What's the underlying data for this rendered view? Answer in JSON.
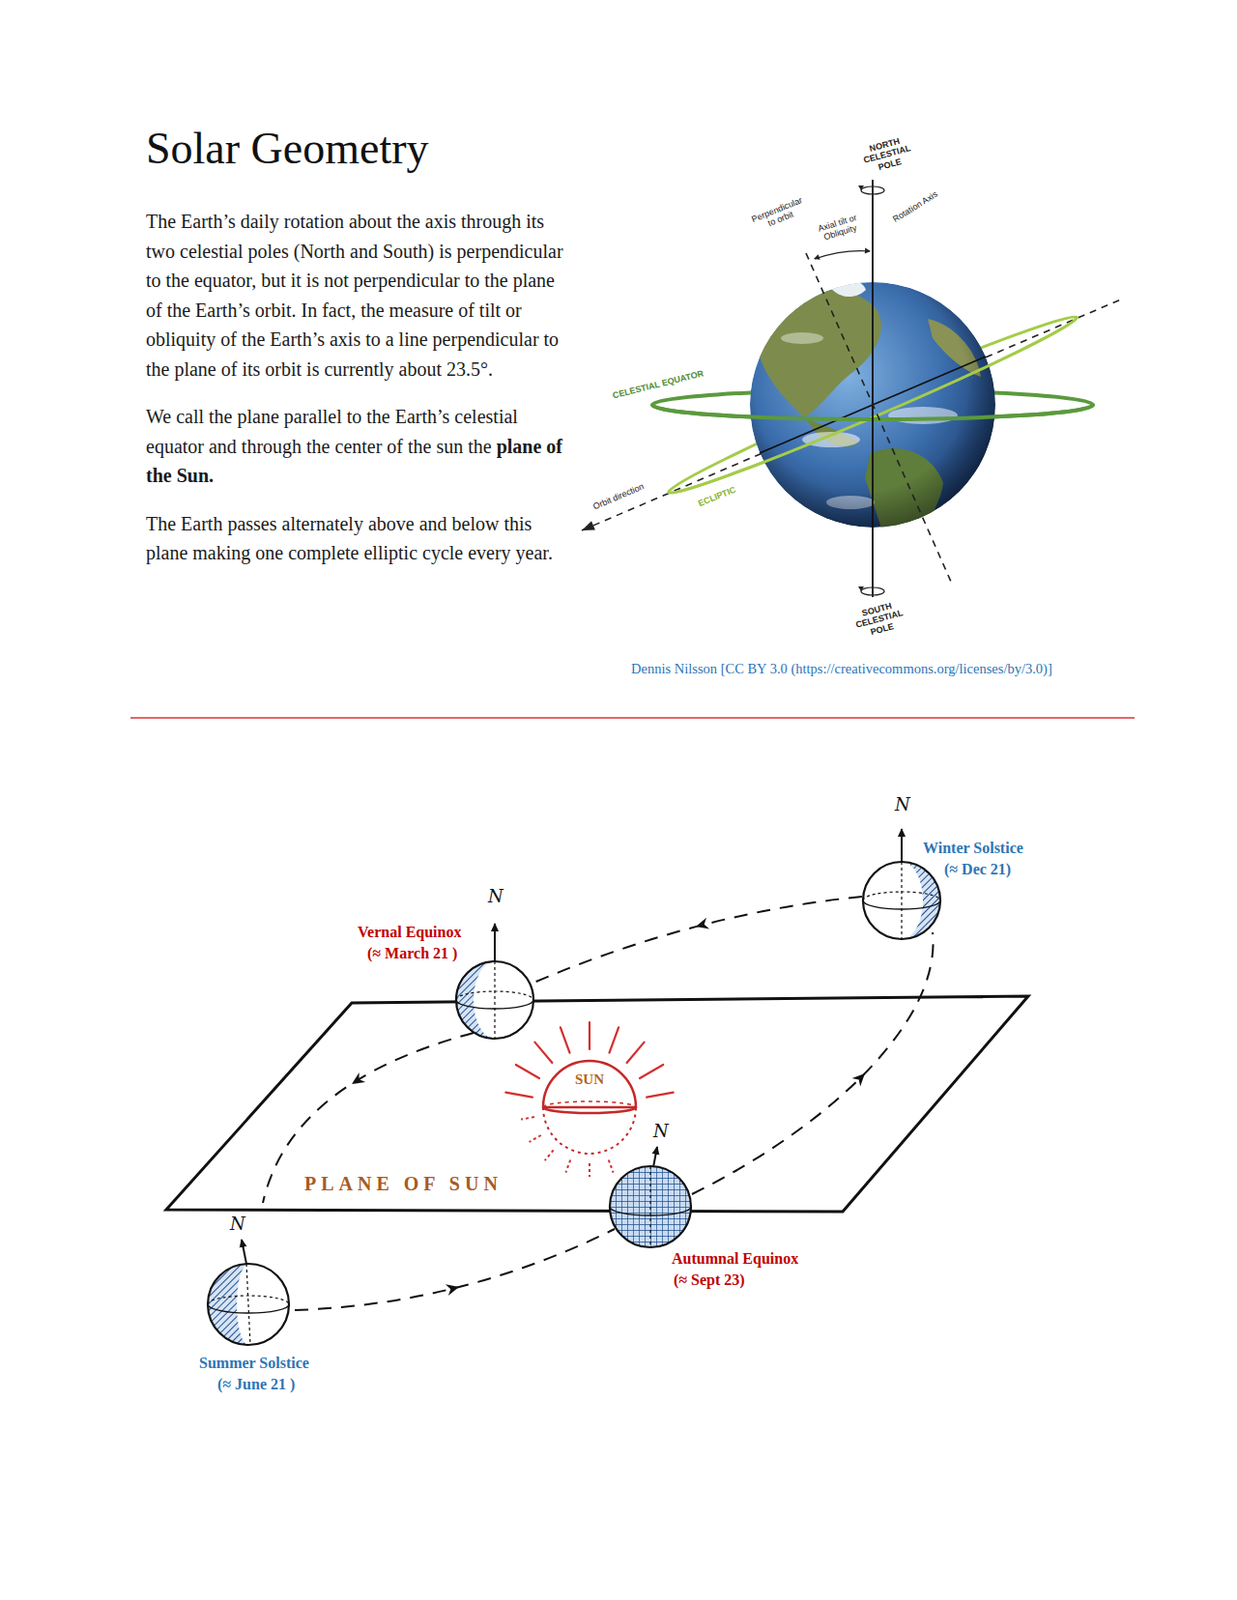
{
  "diagram": {
    "title": "Solar Geometry",
    "nodes": [
      {
        "text": [
          "SUN"
        ]
      }
    ],
    "labels": [
      "The Earth’s daily rotation about the axis through its two celestial poles (North and South) is perpendicular to the equator, but it is not perpendicular to the plane of the Earth’s orbit. In fact, the measure of tilt or obliquity of the Earth’s axis to a line perpendicular to the plane of its orbit is currently about 23.5°.",
      "We call the plane parallel to the Earth’s celestial equator and through the center of the sun the",
      "plane of the Sun.",
      "The Earth passes alternately above and below this plane making one complete elliptic cycle every year.",
      "NORTH CELESTIAL POLE",
      "Perpendicular to orbit",
      "Axial tilt or Obliquity",
      "Rotation Axis",
      "CELESTIAL EQUATOR",
      "Orbit direction",
      "ECLIPTIC",
      "SOUTH CELESTIAL POLE",
      "Dennis Nilsson [CC BY 3.0 (https://creativecommons.org/licenses/by/3.0)]",
      "N",
      "Winter Solstice",
      "(≈ Dec 21)",
      "N",
      "Vernal Equinox",
      "(≈ March 21 )",
      "PLANE OF SUN",
      "N",
      "Autumnal Equinox",
      "(≈ Sept 23)",
      "N",
      "Summer Solstice",
      "(≈ June 21 )"
    ]
  }
}
